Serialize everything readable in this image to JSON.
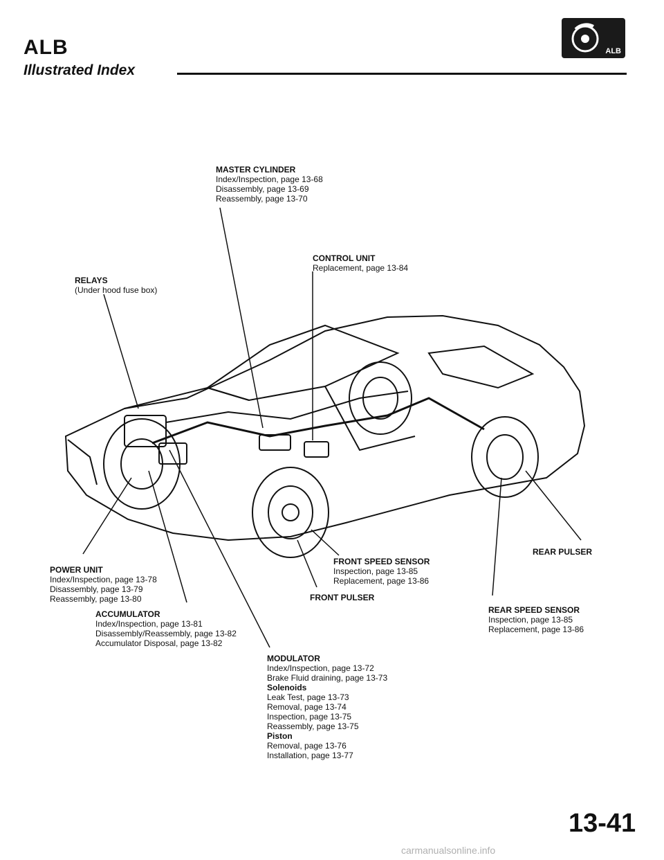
{
  "header": {
    "title": "ALB",
    "subtitle": "Illustrated Index",
    "badge_text": "ALB",
    "badge_icon": "brake-disc-icon"
  },
  "callouts": {
    "master_cylinder": {
      "title": "MASTER CYLINDER",
      "lines": [
        "Index/Inspection, page 13-68",
        "Disassembly, page 13-69",
        "Reassembly, page 13-70"
      ]
    },
    "control_unit": {
      "title": "CONTROL UNIT",
      "lines": [
        "Replacement, page 13-84"
      ]
    },
    "relays": {
      "title": "RELAYS",
      "lines": [
        "(Under hood fuse box)"
      ]
    },
    "power_unit": {
      "title": "POWER UNIT",
      "lines": [
        "Index/Inspection, page 13-78",
        "Disassembly, page 13-79",
        "Reassembly, page 13-80"
      ]
    },
    "accumulator": {
      "title": "ACCUMULATOR",
      "lines": [
        "Index/Inspection, page 13-81",
        "Disassembly/Reassembly, page 13-82",
        "Accumulator Disposal, page 13-82"
      ]
    },
    "front_speed_sensor": {
      "title": "FRONT SPEED SENSOR",
      "lines": [
        "Inspection, page 13-85",
        "Replacement, page 13-86"
      ]
    },
    "front_pulser": {
      "title": "FRONT PULSER"
    },
    "rear_pulser": {
      "title": "REAR PULSER"
    },
    "rear_speed_sensor": {
      "title": "REAR SPEED SENSOR",
      "lines": [
        "Inspection, page 13-85",
        "Replacement, page 13-86"
      ]
    },
    "modulator": {
      "title": "MODULATOR",
      "lines": [
        "Index/Inspection, page 13-72",
        "Brake Fluid draining, page 13-73"
      ],
      "solenoids_heading": "Solenoids",
      "solenoid_lines": [
        "Leak Test, page 13-73",
        "Removal, page 13-74",
        "Inspection, page 13-75",
        "Reassembly, page 13-75"
      ],
      "piston_heading": "Piston",
      "piston_lines": [
        "Removal, page 13-76",
        "Installation, page 13-77"
      ]
    }
  },
  "footer": {
    "page_number": "13-41",
    "watermark": "carmanualsonline.info"
  }
}
